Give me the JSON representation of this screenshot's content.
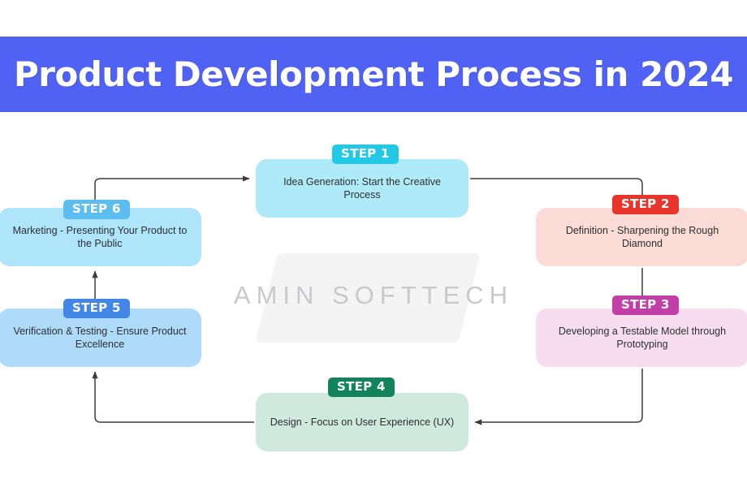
{
  "header": {
    "title": "Product Development Process in 2024",
    "background_color": "#4f62f3",
    "text_color": "#ffffff"
  },
  "watermark": {
    "text": "AMIN SOFTTECH",
    "color": "#c9c9cc"
  },
  "diagram": {
    "type": "circular-process-flow",
    "step_count": 6,
    "steps": [
      {
        "badge": "STEP 1",
        "label": "Idea Generation: Start the Creative Process",
        "badge_color": "#22c8e6",
        "box_color": "#aeeaf7",
        "position": "top-center"
      },
      {
        "badge": "STEP 2",
        "label": "Definition - Sharpening the Rough Diamond",
        "badge_color": "#e8342b",
        "box_color": "#fbdbd5",
        "position": "right-upper"
      },
      {
        "badge": "STEP 3",
        "label": "Developing a Testable Model through Prototyping",
        "badge_color": "#c23fa8",
        "box_color": "#f8dcf0",
        "position": "right-lower"
      },
      {
        "badge": "STEP 4",
        "label": "Design - Focus on User Experience (UX)",
        "badge_color": "#12845c",
        "box_color": "#cfe9df",
        "position": "bottom-center"
      },
      {
        "badge": "STEP 5",
        "label": "Verification & Testing - Ensure Product Excellence",
        "badge_color": "#4286e8",
        "box_color": "#aedbfa",
        "position": "left-lower"
      },
      {
        "badge": "STEP 6",
        "label": "Marketing - Presenting Your Product to the Public",
        "badge_color": "#5cbdf0",
        "box_color": "#aee5fb",
        "position": "left-upper"
      }
    ],
    "connectors": [
      {
        "from": "STEP 6",
        "to": "STEP 1",
        "direction": "up-right"
      },
      {
        "from": "STEP 1",
        "to": "STEP 2",
        "direction": "right-down"
      },
      {
        "from": "STEP 2",
        "to": "STEP 3",
        "direction": "down"
      },
      {
        "from": "STEP 3",
        "to": "STEP 4",
        "direction": "down-left"
      },
      {
        "from": "STEP 4",
        "to": "STEP 5",
        "direction": "left-up"
      },
      {
        "from": "STEP 5",
        "to": "STEP 6",
        "direction": "up"
      }
    ],
    "connector_color": "#3c3c3c"
  }
}
